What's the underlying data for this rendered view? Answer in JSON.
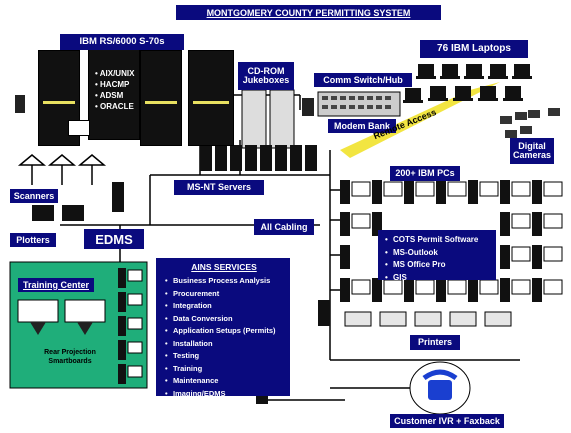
{
  "title": "MONTGOMERY COUNTY PERMITTING SYSTEM",
  "servers": {
    "label": "IBM RS/6000 S-70s",
    "software": [
      "AIX/UNIX",
      "HACMP",
      "ADSM",
      "ORACLE"
    ]
  },
  "cdrom": {
    "label_line1": "CD-ROM",
    "label_line2": "Jukeboxes"
  },
  "comm_switch": "Comm Switch/Hub",
  "modem_bank": "Modem Bank",
  "laptops": "76 IBM Laptops",
  "digital_cameras": {
    "line1": "Digital",
    "line2": "Cameras"
  },
  "remote_access": "Remote Access",
  "ms_nt_servers": "MS-NT  Servers",
  "pcs": "200+ IBM PCs",
  "scanners": "Scanners",
  "plotters": "Plotters",
  "edms": "EDMS",
  "all_cabling": "All Cabling",
  "software_box": [
    "COTS Permit Software",
    "MS-Outlook",
    "MS Office Pro",
    "GIS"
  ],
  "training_center": {
    "label": "Training Center",
    "sublabel_line1": "Rear Projection",
    "sublabel_line2": "Smartboards"
  },
  "ains": {
    "heading": "AINS SERVICES",
    "items": [
      "Business Process  Analysis",
      "Procurement",
      "Integration",
      "Data Conversion",
      "Application Setups (Permits)",
      "Installation",
      "Testing",
      "Training",
      "Maintenance",
      "Imaging/EDMS"
    ]
  },
  "printers": "Printers",
  "customer_ivr": "Customer IVR + Faxback",
  "colors": {
    "label_bg": "#0a0a7e",
    "training_bg": "#1fae7a",
    "phone": "#1a3fd0"
  }
}
